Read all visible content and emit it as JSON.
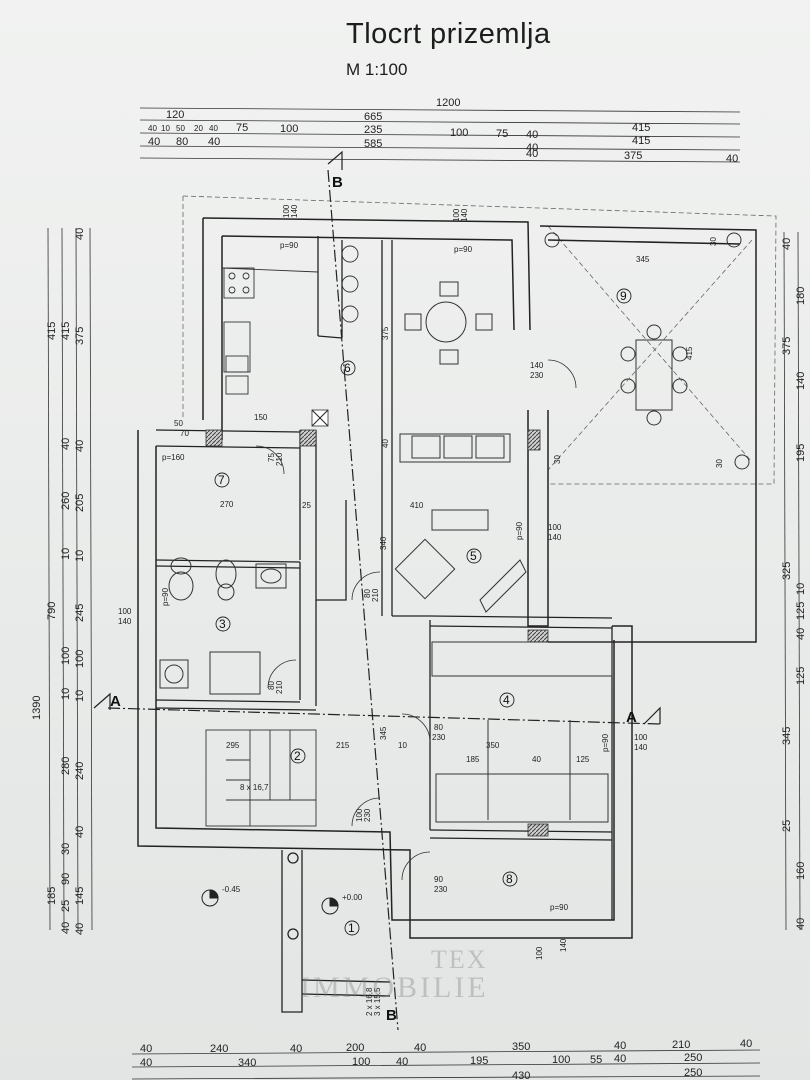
{
  "plan": {
    "title": "Tlocrt prizemlja",
    "scale": "M 1:100",
    "watermark_line1": "TEX",
    "watermark_line2": "IMMOBILIE"
  },
  "dims_top": {
    "row1": [
      "1200"
    ],
    "row2": [
      "120",
      "665"
    ],
    "row3": [
      "40",
      "10",
      "50",
      "20",
      "40",
      "75",
      "100",
      "235",
      "100",
      "75",
      "40",
      "415"
    ],
    "row4": [
      "40",
      "80",
      "40",
      "585",
      "40",
      "415"
    ],
    "row5": [
      "40",
      "375",
      "40"
    ]
  },
  "dims_left": {
    "outer": [
      "1390"
    ],
    "a": [
      "415",
      "790"
    ],
    "b": [
      "415",
      "40",
      "260",
      "10",
      "100",
      "10",
      "280",
      "30",
      "90",
      "25",
      "40"
    ],
    "c": [
      "375",
      "40",
      "205",
      "10",
      "245",
      "100",
      "10",
      "240",
      "40",
      "145",
      "185",
      "40"
    ],
    "d": [
      "40"
    ]
  },
  "dims_right": [
    "40",
    "180",
    "375",
    "140",
    "195",
    "325",
    "10",
    "125",
    "40",
    "125",
    "345",
    "25",
    "160",
    "40"
  ],
  "dims_bottom": {
    "row1": [
      "40",
      "240",
      "40",
      "200",
      "40",
      "350",
      "40",
      "210",
      "40"
    ],
    "row2": [
      "40",
      "340",
      "100",
      "40",
      "195",
      "100",
      "55",
      "40",
      "250"
    ],
    "row3": [
      "430",
      "250"
    ]
  },
  "rooms": {
    "r1": "1",
    "r2": "2",
    "r3": "3",
    "r4": "4",
    "r5": "5",
    "r6": "6",
    "r7": "7",
    "r8": "8",
    "r9": "9"
  },
  "sections": {
    "a": "A",
    "b": "B"
  },
  "interior": {
    "p90a": "p=90",
    "p90b": "p=90",
    "p160": "p=160",
    "p90c": "p=90",
    "p90d": "p=90",
    "p90e": "p=90",
    "p90f": "p=90",
    "d100_140a": "100",
    "d100_140a2": "140",
    "d100_140b": "100",
    "d100_140b2": "140",
    "d100_140c": "100",
    "d100_140c2": "140",
    "d100_140d": "100",
    "d100_140d2": "140",
    "d100_140e": "100",
    "d100_140e2": "140",
    "d100_140f": "100",
    "d100_140f2": "140",
    "d140_230": "140",
    "d140_230b": "230",
    "d345": "345",
    "d415": "415",
    "d50": "50",
    "d70": "70",
    "d150": "150",
    "d75": "75",
    "d210": "210",
    "d270": "270",
    "d25": "25",
    "d410": "410",
    "d340": "340",
    "d375": "375",
    "d40": "40",
    "d80a": "80",
    "d210b": "210",
    "d80b": "80",
    "d210c": "210",
    "d80c": "80",
    "d230": "230",
    "d295": "295",
    "d215": "215",
    "d345b": "345",
    "d10": "10",
    "d350": "350",
    "d185": "185",
    "d40b": "40",
    "d125": "125",
    "stairs": "8 x 16,7",
    "d90": "90",
    "d230b": "230",
    "d100": "100",
    "d230c": "230",
    "d30a": "30",
    "d30b": "30",
    "d30c": "30",
    "lvl1": "-0.45",
    "lvl2": "+0.00",
    "ent": "2 x 16,8",
    "ent2": "3 x 15,5"
  },
  "colors": {
    "line": "#222222",
    "wall_fill": "#dcdcdc",
    "hatch": "#555555"
  }
}
